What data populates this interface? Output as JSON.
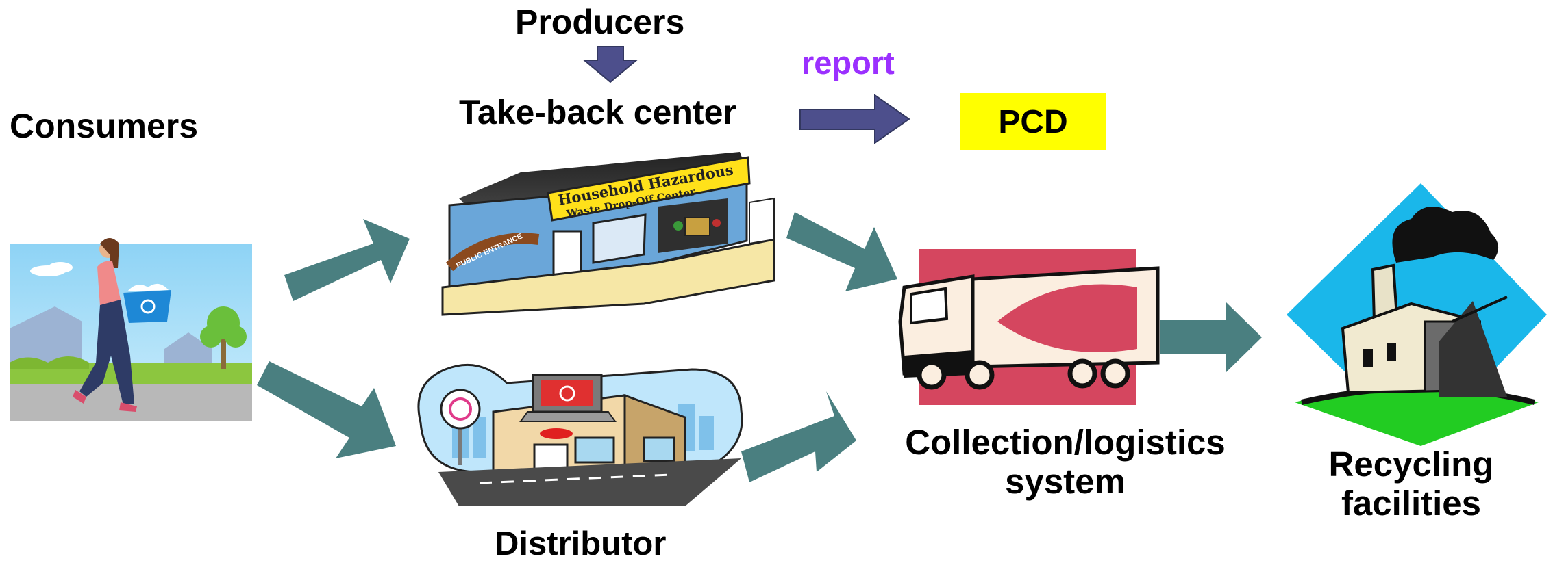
{
  "labels": {
    "consumers": "Consumers",
    "producers": "Producers",
    "take_back_center": "Take-back center",
    "report": "report",
    "pcd": "PCD",
    "distributor": "Distributor",
    "collection_line1": "Collection/logistics",
    "collection_line2": "system",
    "recycling_line1": "Recycling",
    "recycling_line2": "facilities"
  },
  "illustration_text": {
    "store_sign_line1": "Household Hazardous",
    "store_sign_line2": "Waste Drop-Off Center",
    "public_entrance": "PUBLIC ENTRANCE"
  },
  "colors": {
    "flow_arrow": "#4a7f80",
    "producer_arrow": "#4d4f8c",
    "report_text": "#9b30ff",
    "pcd_box": "#ffff00",
    "truck_bg": "#d5465f",
    "factory_diamond": "#1ab7ea",
    "factory_ground": "#22cc22"
  }
}
